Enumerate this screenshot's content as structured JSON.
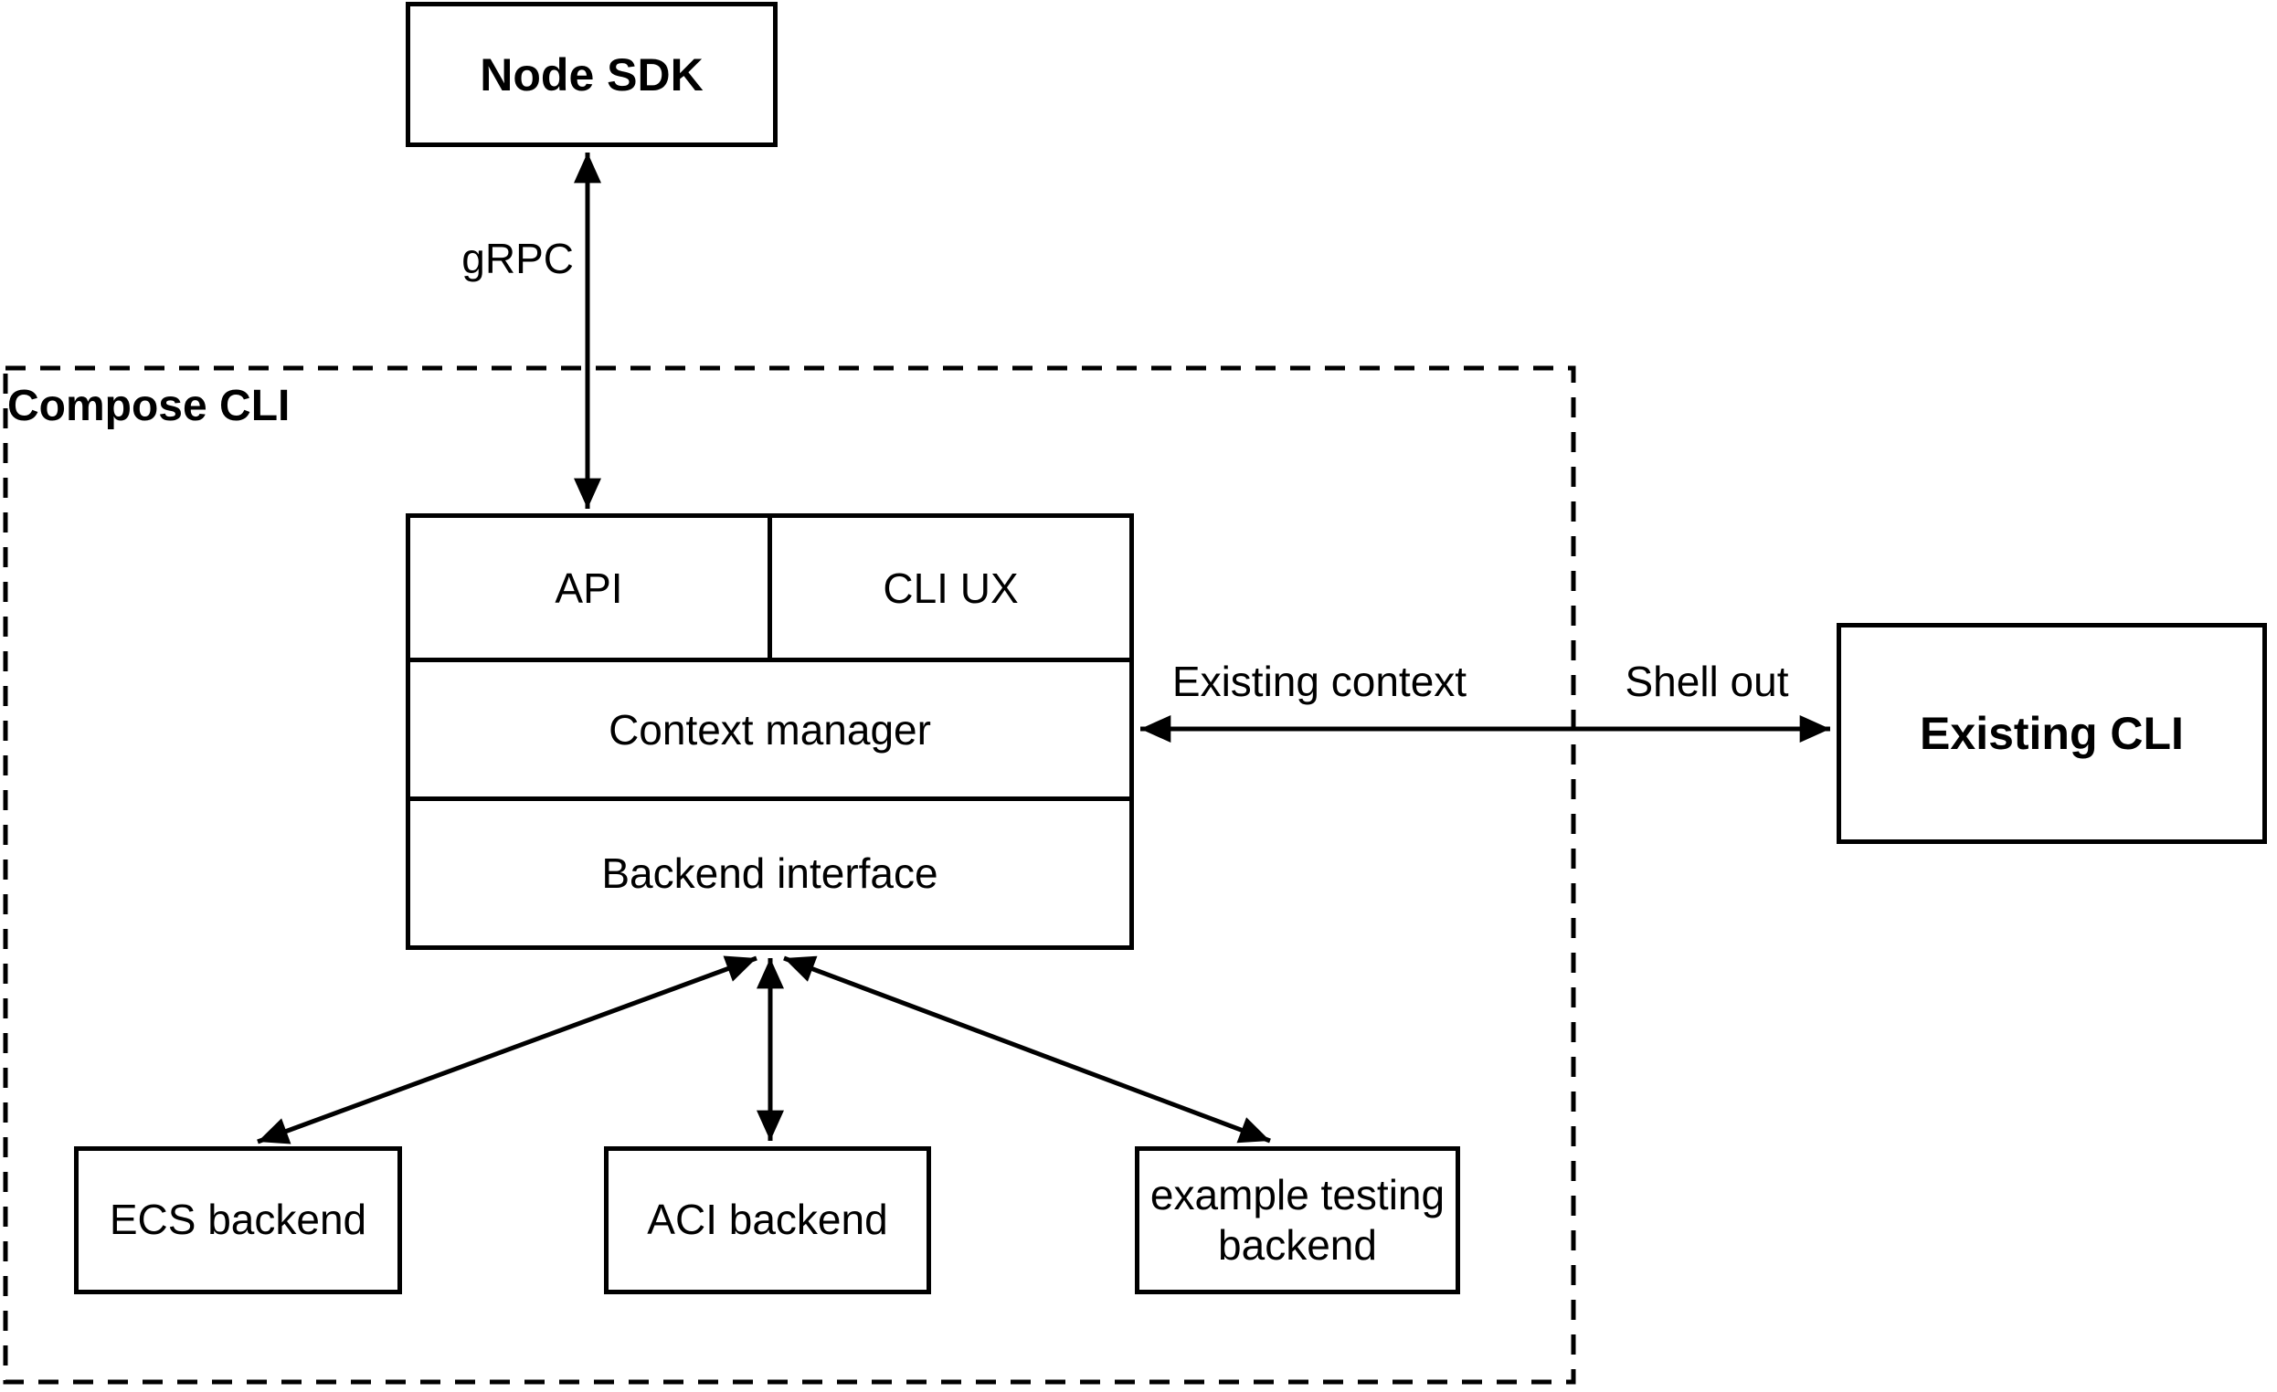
{
  "container": {
    "label": "Compose CLI"
  },
  "nodes": {
    "node_sdk": {
      "label": "Node SDK"
    },
    "api": {
      "label": "API"
    },
    "cli_ux": {
      "label": "CLI UX"
    },
    "context_manager": {
      "label": "Context manager"
    },
    "backend_interface": {
      "label": "Backend interface"
    },
    "existing_cli": {
      "label": "Existing CLI"
    },
    "ecs_backend": {
      "label": "ECS backend"
    },
    "aci_backend": {
      "label": "ACI backend"
    },
    "example_testing_backend": {
      "label": "example testing backend"
    }
  },
  "edge_labels": {
    "grpc": {
      "label": "gRPC"
    },
    "existing_context": {
      "label": "Existing context"
    },
    "shell_out": {
      "label": "Shell out"
    }
  },
  "colors": {
    "stroke": "#000000",
    "background": "#ffffff",
    "text": "#000000"
  }
}
